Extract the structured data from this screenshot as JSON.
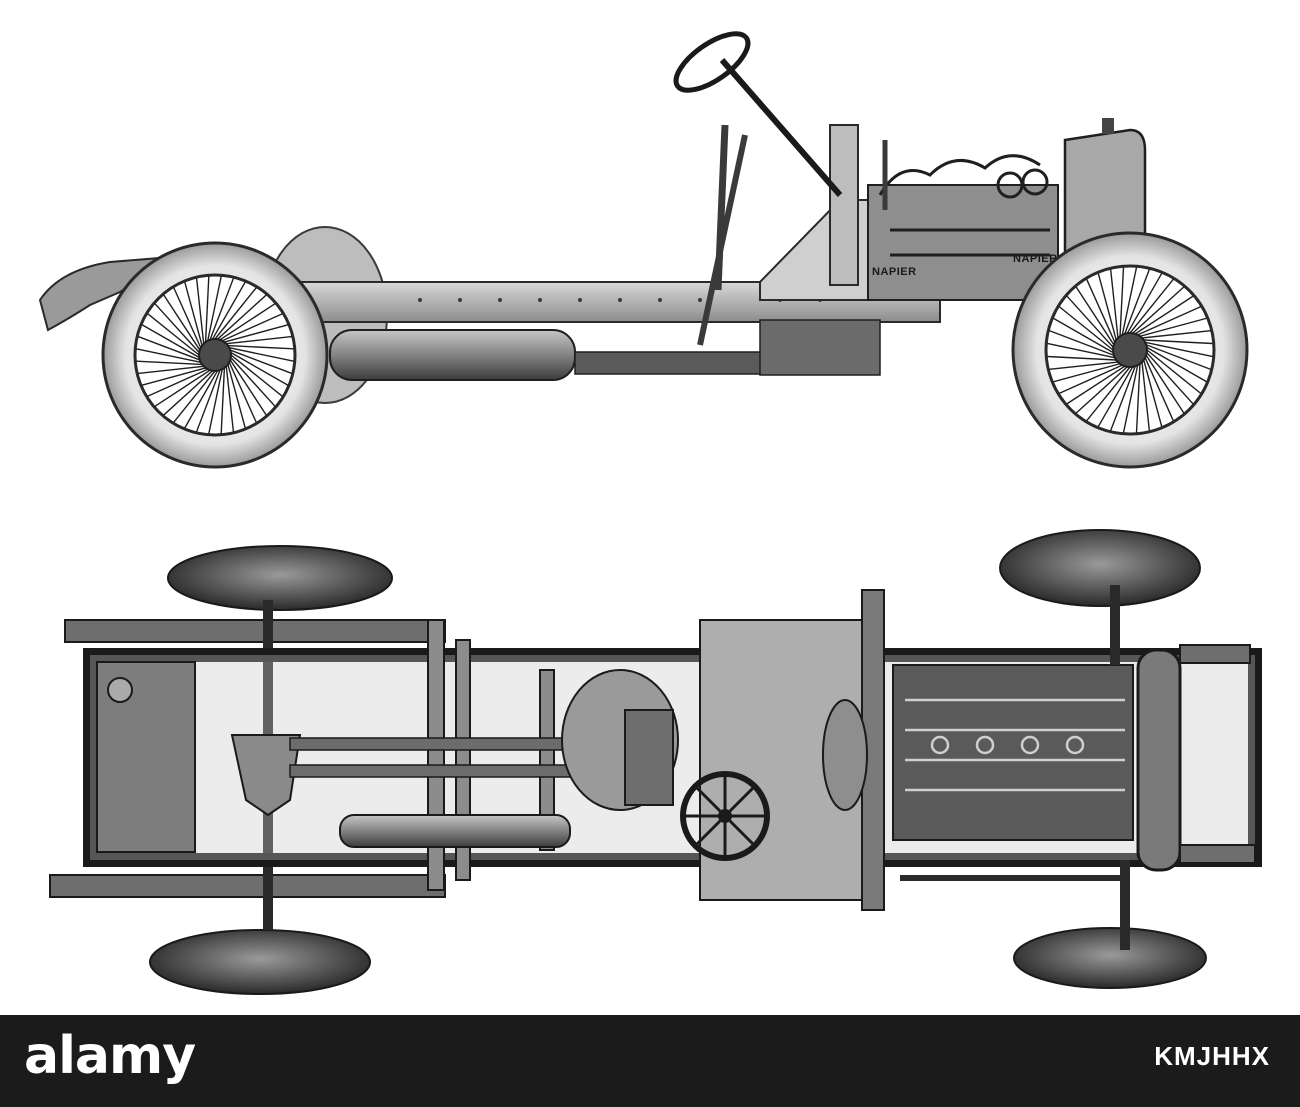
{
  "photo": {
    "side_view_badge": "NAPIER",
    "side_view_badge_2": "NAPIER"
  },
  "footer": {
    "logo_text": "alamy",
    "image_id": "KMJHHX"
  },
  "colors": {
    "background": "#ffffff",
    "footer_bg": "#1b1b1b",
    "footer_text": "#ffffff",
    "engraving_dark": "#2a2a2a",
    "engraving_mid": "#7a7a7a",
    "engraving_light": "#c9c9c9"
  }
}
